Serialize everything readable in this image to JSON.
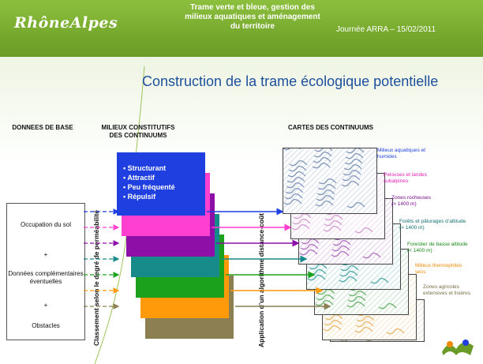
{
  "header": {
    "logo": "RhôneAlpes",
    "title": "Trame verte et bleue, gestion des milieux aquatiques et aménagement du territoire",
    "date": "Journée ARRA – 15/02/2011"
  },
  "slide": {
    "title": "Construction de la trame écologique potentielle"
  },
  "columns": {
    "donnees": "DONNEES DE BASE",
    "milieux": "MILIEUX CONSTITUTIFS DES CONTINUUMS",
    "cartes": "CARTES DES CONTINUUMS"
  },
  "base_data": {
    "occupation": "Occupation du sol",
    "plus1": "+",
    "donnees_comp": "Données complémentaires éventuelles",
    "plus2": "+",
    "obstacles": "Obstacles"
  },
  "vertical_labels": {
    "classement": "Classement selon le degré de perméabilité",
    "algorithme": "Application d’un algorithme distance-coût"
  },
  "legend_items": [
    "• Structurant",
    "• Attractif",
    "• Peu fréquenté",
    "• Répulsif"
  ],
  "continuums": [
    {
      "label": "Milieux aquatiques et humides",
      "color": "#1f3fe0",
      "text_color": "#1f3fe0"
    },
    {
      "label": "Pelouses et landes subalpines",
      "color": "#ff3fcf",
      "text_color": "#e61fb8"
    },
    {
      "label": "Zones rocheuses (> 1400 m)",
      "color": "#8e0ea8",
      "text_color": "#7a0a92"
    },
    {
      "label": "Forêts et pâturages d’altitude (> 1400 m)",
      "color": "#178a8a",
      "text_color": "#0f7070"
    },
    {
      "label": "Forestier de basse altitude (< 1400 m)",
      "color": "#1ca11c",
      "text_color": "#158a15"
    },
    {
      "label": "Milieux thermophiles secs",
      "color": "#ff9a0a",
      "text_color": "#f08a00"
    },
    {
      "label": "Zones agricoles extensives et lisières",
      "color": "#8c7f52",
      "text_color": "#7a6e44"
    }
  ]
}
